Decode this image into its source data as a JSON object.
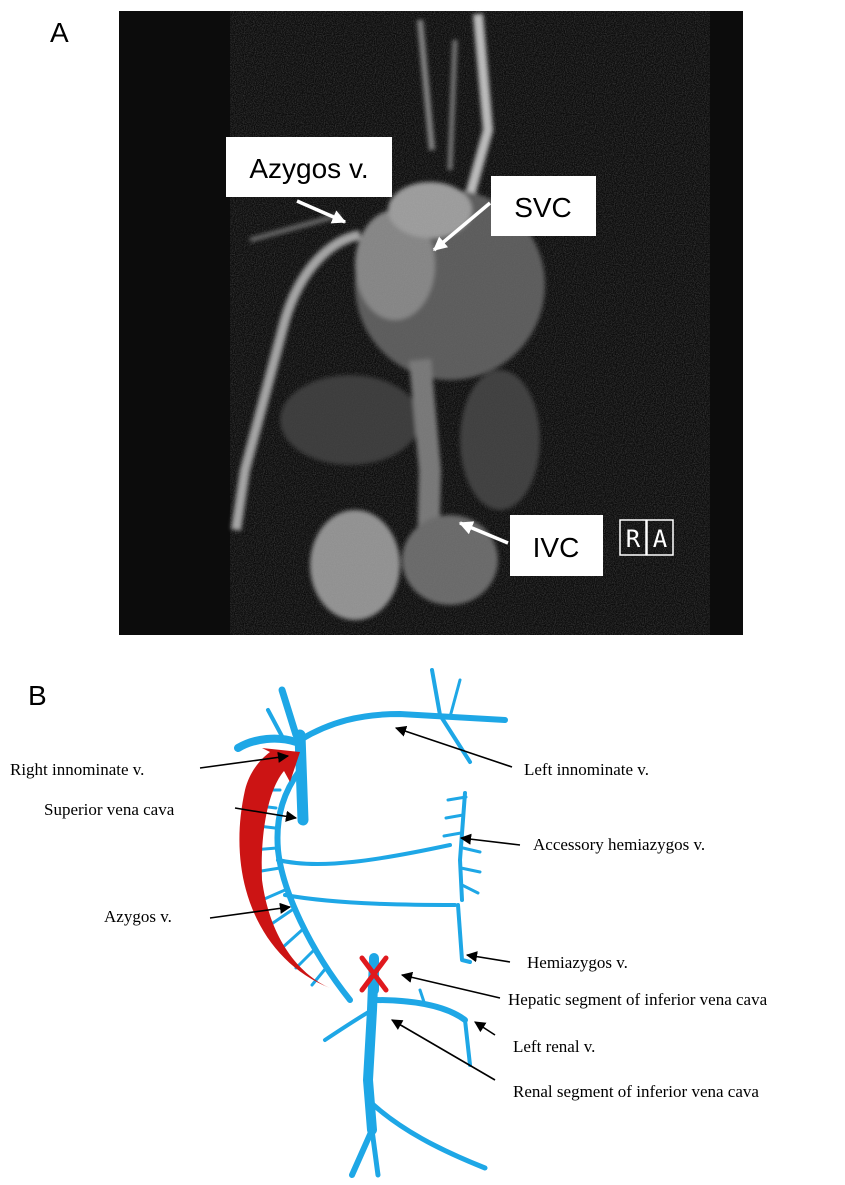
{
  "panel_a": {
    "letter": "A",
    "labels": {
      "azygos": "Azygos v.",
      "svc": "SVC",
      "ivc": "IVC"
    },
    "orientation_marker": [
      "R",
      "A"
    ]
  },
  "panel_b": {
    "letter": "B",
    "labels": {
      "right_innominate": "Right innominate v.",
      "left_innominate": "Left innominate v.",
      "superior_vena_cava": "Superior vena cava",
      "accessory_hemiazygos": "Accessory hemiazygos v.",
      "azygos": "Azygos v.",
      "hemiazygos": "Hemiazygos v.",
      "hepatic_ivc": "Hepatic segment of inferior vena cava",
      "left_renal": "Left renal v.",
      "renal_ivc": "Renal segment of inferior vena cava"
    }
  },
  "colors": {
    "vein": "#1ea7e6",
    "flow_arrow": "#cc1414",
    "cross": "#e0191e",
    "mri_background": "#0c0c0c"
  }
}
